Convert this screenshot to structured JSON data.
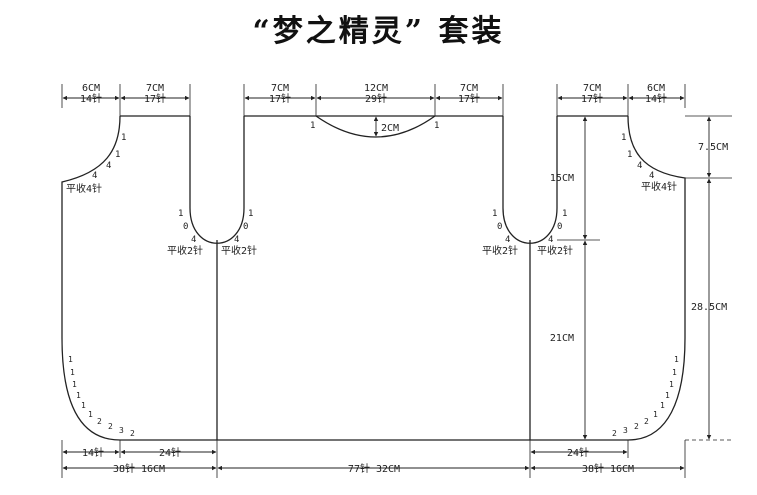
{
  "title": "“梦之精灵” 套装",
  "top_dims": [
    {
      "id": "t1",
      "cm": "6CM",
      "st": "14针"
    },
    {
      "id": "t2",
      "cm": "7CM",
      "st": "17针"
    },
    {
      "id": "t3",
      "cm": "7CM",
      "st": "17针"
    },
    {
      "id": "t4",
      "cm": "12CM",
      "st": "29针"
    },
    {
      "id": "t5",
      "cm": "7CM",
      "st": "17针"
    },
    {
      "id": "t6",
      "cm": "7CM",
      "st": "17针"
    },
    {
      "id": "t7",
      "cm": "6CM",
      "st": "14针"
    }
  ],
  "right_dims": {
    "neck_depth": "7.5CM",
    "body_side": "28.5CM",
    "armhole_depth": "15CM",
    "side_length": "21CM"
  },
  "front_neck_drop": "2CM",
  "front_neck_mark": "1",
  "neck_shaping": [
    "1",
    "1",
    "4",
    "4"
  ],
  "neck_bindoff": "平收4针",
  "armhole_shaping": [
    "1",
    "0",
    "4"
  ],
  "armhole_bindoff": "平收2针",
  "hem_curve_steps": [
    "1",
    "1",
    "1",
    "1",
    "1",
    "1",
    "2",
    "2",
    "3",
    "2"
  ],
  "bottom_dims": {
    "left_hem": "14针",
    "left_side": "24针",
    "left_total": "38针 16CM",
    "center": "77针 32CM",
    "right_side": "24针",
    "right_total": "38针 16CM"
  },
  "colors": {
    "line": "#222222",
    "text": "#222222"
  }
}
